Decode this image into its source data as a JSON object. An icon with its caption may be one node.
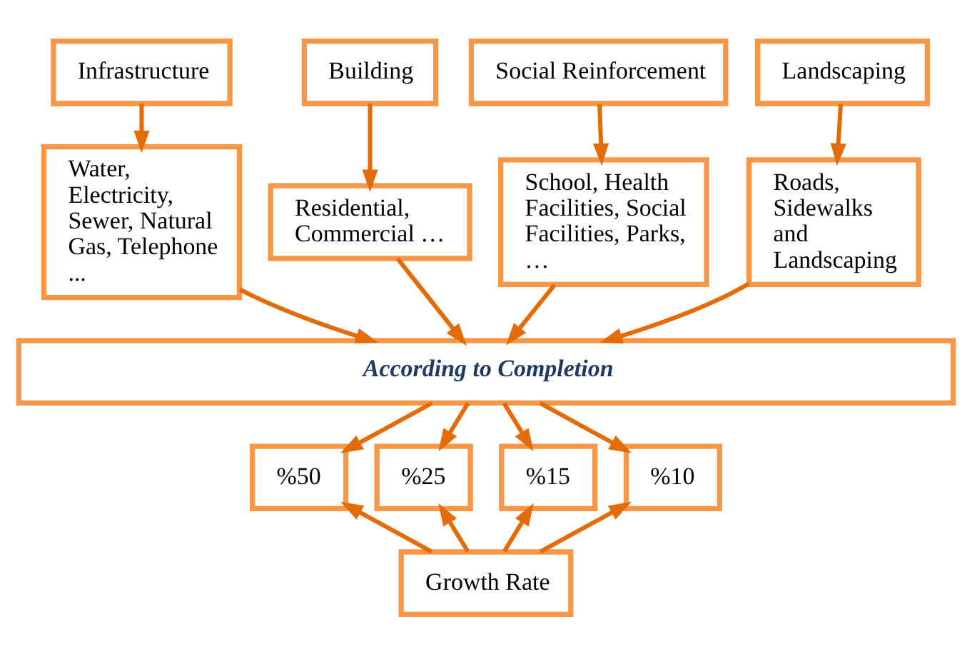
{
  "diagram": {
    "nodes": [
      {
        "text": [
          "Infrastructure"
        ]
      },
      {
        "text": [
          "Building"
        ]
      },
      {
        "text": [
          "Social Reinforcement"
        ]
      },
      {
        "text": [
          "Landscaping"
        ]
      },
      {
        "text": [
          "Water, Electricity, Sewer, Natural Gas, Telephone ..."
        ]
      },
      {
        "text": [
          "Residential, Commercial …"
        ]
      },
      {
        "text": [
          "School, Health Facilities, Social Facilities, Parks, …"
        ]
      },
      {
        "text": [
          "Roads, Sidewalks and Landscaping"
        ]
      },
      {
        "text": [
          "According to Completion"
        ]
      },
      {
        "text": [
          "%50"
        ]
      },
      {
        "text": [
          "%25"
        ]
      },
      {
        "text": [
          "%15"
        ]
      },
      {
        "text": [
          "%10"
        ]
      },
      {
        "text": [
          "Growth Rate"
        ]
      }
    ],
    "edges": [
      {
        "from": 0,
        "to": 4,
        "arrow": "to"
      },
      {
        "from": 1,
        "to": 5,
        "arrow": "to"
      },
      {
        "from": 2,
        "to": 6,
        "arrow": "to"
      },
      {
        "from": 3,
        "to": 7,
        "arrow": "to"
      },
      {
        "from": 4,
        "to": 8,
        "arrow": "to"
      },
      {
        "from": 5,
        "to": 8,
        "arrow": "to"
      },
      {
        "from": 6,
        "to": 8,
        "arrow": "to"
      },
      {
        "from": 7,
        "to": 8,
        "arrow": "to"
      },
      {
        "from": 8,
        "to": 9,
        "arrow": "to"
      },
      {
        "from": 8,
        "to": 10,
        "arrow": "to"
      },
      {
        "from": 8,
        "to": 11,
        "arrow": "to"
      },
      {
        "from": 8,
        "to": 12,
        "arrow": "to"
      },
      {
        "from": 13,
        "to": 9,
        "arrow": "to"
      },
      {
        "from": 13,
        "to": 10,
        "arrow": "to"
      },
      {
        "from": 13,
        "to": 11,
        "arrow": "to"
      },
      {
        "from": 13,
        "to": 12,
        "arrow": "to"
      }
    ]
  }
}
